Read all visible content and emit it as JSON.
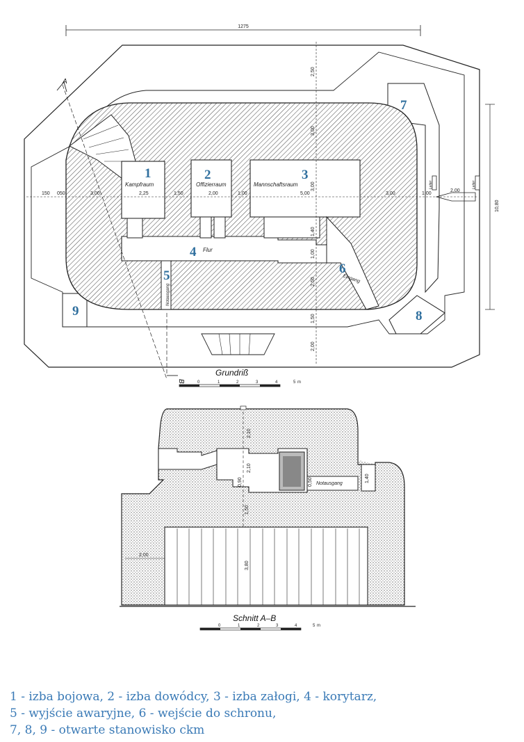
{
  "plan": {
    "title": "Grundriß",
    "rooms": {
      "kampfraum": "Kampfraum",
      "offizierraum": "Offizierraum",
      "mannschaftsraum": "Mannschaftsraum",
      "flur": "Flur",
      "notausgang": "Notausgang",
      "eingang": "Eingang",
      "leiter_left": "Leiter",
      "leiter_right": "Leiter"
    },
    "numbers": [
      "1",
      "2",
      "3",
      "4",
      "5",
      "6",
      "7",
      "8",
      "9"
    ],
    "dimensions": {
      "overall": "1275",
      "left_150": "150",
      "d050": "050",
      "d300a": "3,00",
      "d225": "2,25",
      "d150": "1,50",
      "d200a": "2,00",
      "d100a": "1,00",
      "d500": "5,00",
      "d300b": "3,00",
      "d100b": "1,00",
      "d200b": "2,00",
      "v250": "2,50",
      "v300a": "3,00",
      "v300b": "3,00",
      "v140": "1,40",
      "v100": "1,00",
      "v250b": "2,50",
      "v150": "1,50",
      "v200": "2,00",
      "right_1080": "10,80"
    },
    "section_marker_a": "A",
    "section_marker_b": "B",
    "scale_ticks": [
      "0",
      "1",
      "2",
      "3",
      "4",
      "5"
    ],
    "scale_unit": "m"
  },
  "section": {
    "title": "Schnitt A–B",
    "label_notausgang": "Notausgang",
    "dimensions": {
      "d210a": "2,10",
      "d210b": "2,10",
      "d090": "0,90",
      "d050": "0,50",
      "d140": "1,40",
      "d150": "1,50",
      "d200": "2,00",
      "d380": "3,80"
    },
    "scale_ticks": [
      "0",
      "1",
      "2",
      "3",
      "4",
      "5"
    ],
    "scale_unit": "m"
  },
  "legend": [
    "1 -  izba bojowa, 2 - izba dowódcy, 3 - izba załogi, 4 - korytarz,",
    "5 - wyjście awaryjne, 6 - wejście do schronu,",
    "7, 8, 9 - otwarte stanowisko ckm"
  ],
  "colors": {
    "numbers": "#2f6f9e",
    "legend": "#3a7ab6",
    "lines": "#222222"
  }
}
